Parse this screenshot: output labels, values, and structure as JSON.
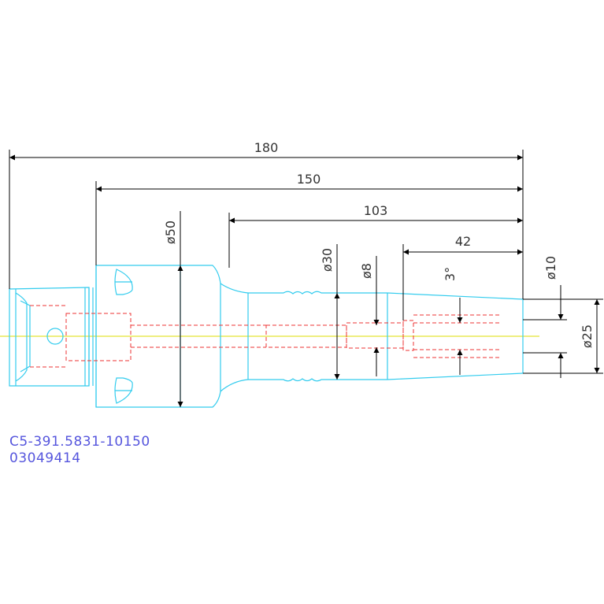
{
  "drawing": {
    "dimensions": {
      "length_total": "180",
      "length_150": "150",
      "length_103": "103",
      "length_42": "42",
      "dia_50": "ø50",
      "dia_30": "ø30",
      "dia_8": "ø8",
      "taper_angle": "3°",
      "dia_10": "ø10",
      "dia_25": "ø25"
    },
    "part_number": "C5-391.5831-10150",
    "article_number": "03049414"
  },
  "colors": {
    "outline": "#33ccee",
    "hidden": "#ee3333",
    "centerline": "#dddd00",
    "dimension": "#000000",
    "code_text": "#5555dd"
  }
}
